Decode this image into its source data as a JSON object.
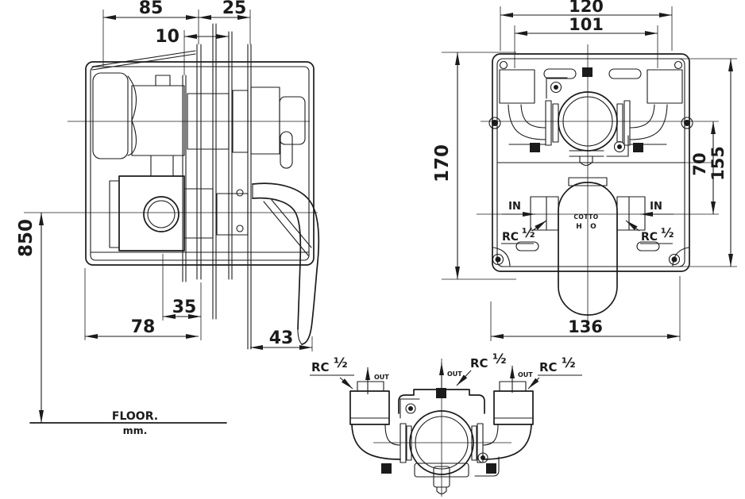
{
  "colors": {
    "line": "#1b1b1b",
    "background": "#ffffff"
  },
  "side_view": {
    "dim_85": "85",
    "dim_25": "25",
    "dim_10": "10",
    "dim_850": "850",
    "dim_35": "35",
    "dim_78": "78",
    "dim_43": "43",
    "floor_label": "FLOOR.",
    "floor_unit": "mm."
  },
  "front_view": {
    "dim_120": "120",
    "dim_101": "101",
    "dim_170": "170",
    "dim_70": "70",
    "dim_155": "155",
    "dim_136": "136",
    "in_left": "IN",
    "in_right": "IN",
    "rc_left": "RC",
    "rc_left_size": "½",
    "rc_right": "RC",
    "rc_right_size": "½",
    "brand": "COTTO",
    "hot_marker": "H",
    "cold_marker": "O"
  },
  "bottom_view": {
    "rc_1": "RC",
    "rc_1_size": "½",
    "rc_2": "RC",
    "rc_2_size": "½",
    "rc_3": "RC",
    "rc_3_size": "½",
    "out_1": "OUT",
    "out_2": "OUT",
    "out_3": "OUT"
  }
}
